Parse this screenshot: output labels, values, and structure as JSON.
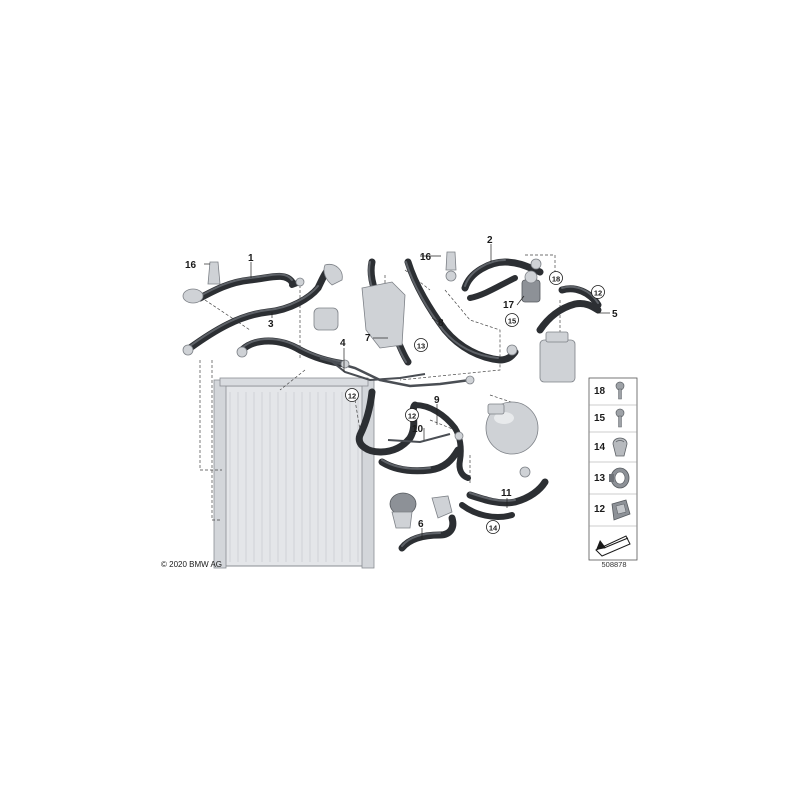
{
  "copyright": "© 2020 BMW AG",
  "diagram_number": "508878",
  "callouts": [
    "1",
    "2",
    "3",
    "4",
    "5",
    "6",
    "7",
    "8",
    "9",
    "10",
    "11",
    "16",
    "16",
    "17"
  ],
  "circled_callouts": [
    "12",
    "12",
    "13",
    "14",
    "15",
    "18",
    "12"
  ],
  "legend": [
    "18",
    "15",
    "14",
    "13",
    "12"
  ]
}
